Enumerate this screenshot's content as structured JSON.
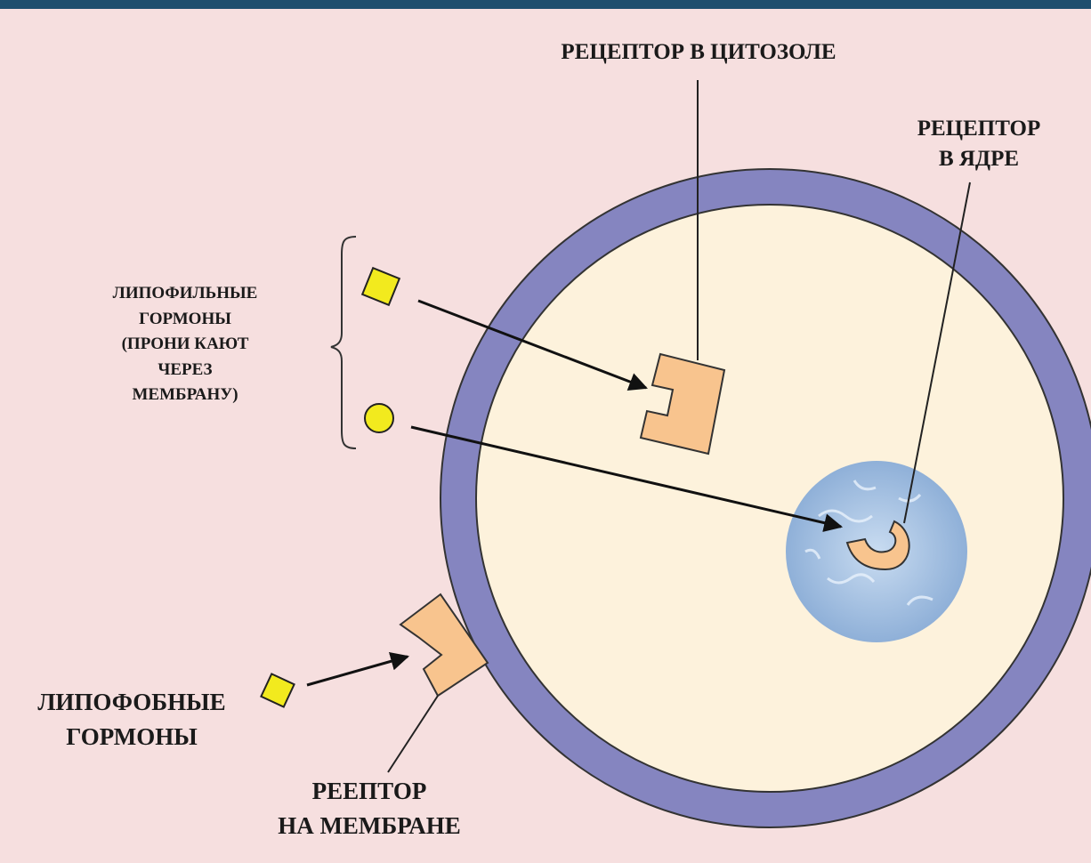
{
  "labels": {
    "receptor_cytosol": "РЕЦЕПТОР В ЦИТОЗОЛЕ",
    "receptor_nucleus": "РЕЦЕПТОР\nВ ЯДРЕ",
    "lipophilic_hormones": "ЛИПОФИЛЬНЫЕ\nГОРМОНЫ\n(ПРОНИ КАЮТ\nЧЕРЕЗ\n МЕМБРАНУ)",
    "lipophobic_hormones": "ЛИПОФОБНЫЕ\nГОРМОНЫ",
    "receptor_membrane": "РЕЕПТОР\nНА МЕМБРАНЕ"
  },
  "colors": {
    "background": "#f6dfdf",
    "top_bar": "#1f4f6e",
    "membrane": "#8585c0",
    "cytoplasm": "#fdf2dc",
    "nucleus": "#a9c6e6",
    "receptor": "#f8c48e",
    "hormone": "#f2ea1e"
  }
}
